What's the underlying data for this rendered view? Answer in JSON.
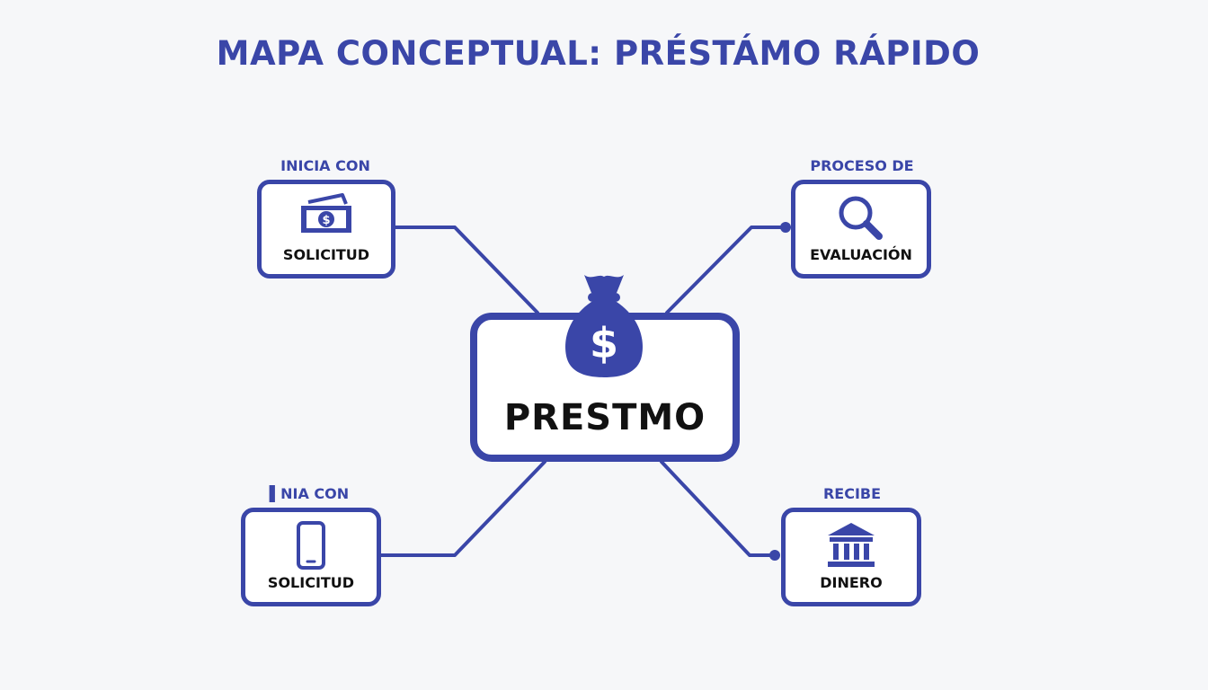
{
  "title": "MAPA CONCEPTUAL: PRÉSTÁMO RÁPIDO",
  "colors": {
    "accent": "#3a46a8",
    "text": "#111111",
    "background": "#f6f7f9"
  },
  "center": {
    "label": "PRESTMO",
    "icon": "money-bag-icon"
  },
  "nodes": [
    {
      "caption": "INICIA CON",
      "label": "SOLICITUD",
      "icon": "banknote-icon"
    },
    {
      "caption": "PROCESO DE",
      "label": "EVALUACIÓN",
      "icon": "magnifier-icon"
    },
    {
      "caption": "▌NIA CON",
      "label": "SOLICITUD",
      "icon": "smartphone-icon"
    },
    {
      "caption": "RECIBE",
      "label": "DINERO",
      "icon": "bank-icon"
    }
  ]
}
